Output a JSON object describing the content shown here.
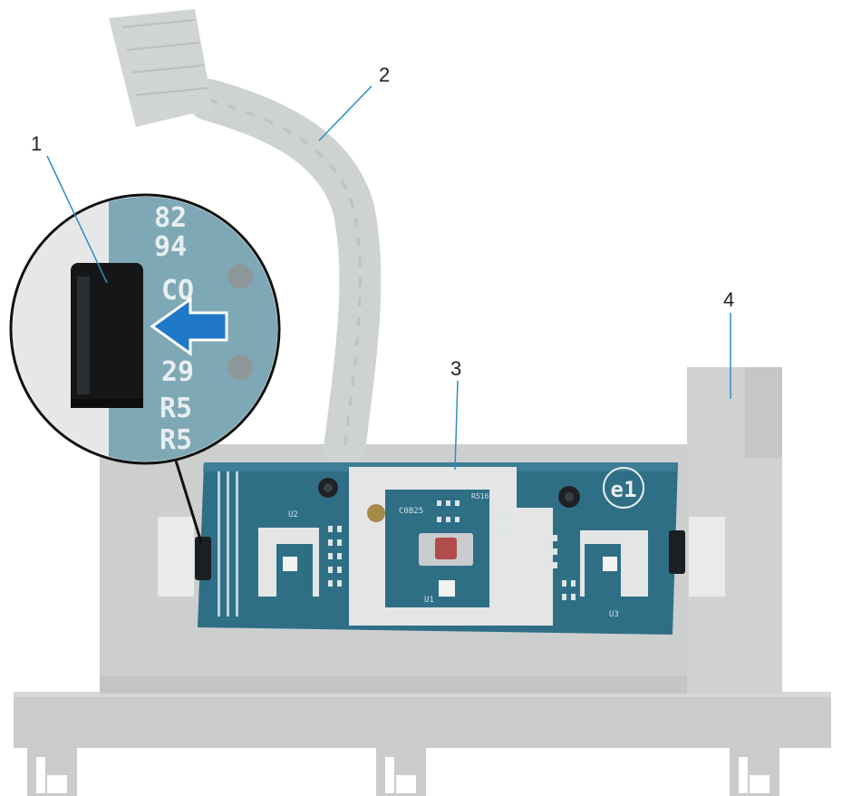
{
  "colors": {
    "bracket": "#c9cbcc",
    "bracket_dark": "#b5b8b9",
    "pcb": "#2f6f86",
    "pcb_dark": "#255a6d",
    "shield": "#e4e6e6",
    "cable": "#cfd2d2",
    "arrow": "#1f78c8",
    "leader": "#2b8fbf"
  },
  "callouts": [
    {
      "label": "1"
    },
    {
      "label": "2"
    },
    {
      "label": "3"
    },
    {
      "label": "4"
    }
  ],
  "board": {
    "logo_text": "e1",
    "silkscreen": [
      "U2",
      "U1",
      "U3",
      "C0B25",
      "R516",
      "R5",
      "CO",
      "94"
    ]
  },
  "zoom": {
    "silkscreen": [
      "82",
      "94",
      "CO",
      "29",
      "R5",
      "R5"
    ]
  },
  "icons": [
    "push-arrow-icon"
  ]
}
